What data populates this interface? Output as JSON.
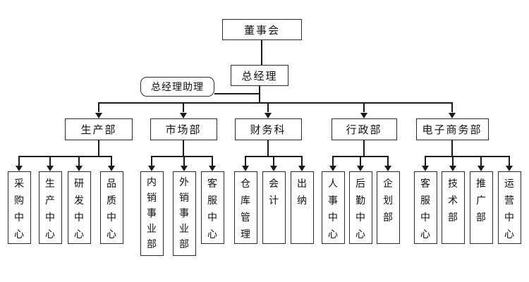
{
  "org": {
    "board": "董事会",
    "general_manager": "总经理",
    "assistant": "总经理助理",
    "departments": [
      {
        "name": "生产部",
        "units": [
          "采购中心",
          "生产中心",
          "研发中心",
          "品质中心"
        ]
      },
      {
        "name": "市场部",
        "units": [
          "内销事业部",
          "外销事业部",
          "客服中心"
        ]
      },
      {
        "name": "财务科",
        "units": [
          "仓库管理",
          "会计",
          "出纳"
        ]
      },
      {
        "name": "行政部",
        "units": [
          "人事中心",
          "后勤中心",
          "企划部"
        ]
      },
      {
        "name": "电子商务部",
        "units": [
          "客服中心",
          "技术部",
          "推广部",
          "运营中心"
        ]
      }
    ]
  },
  "colors": {
    "line": "#1a1a1a",
    "box_border": "#2b2b2b",
    "text": "#111111",
    "background": "#ffffff"
  }
}
